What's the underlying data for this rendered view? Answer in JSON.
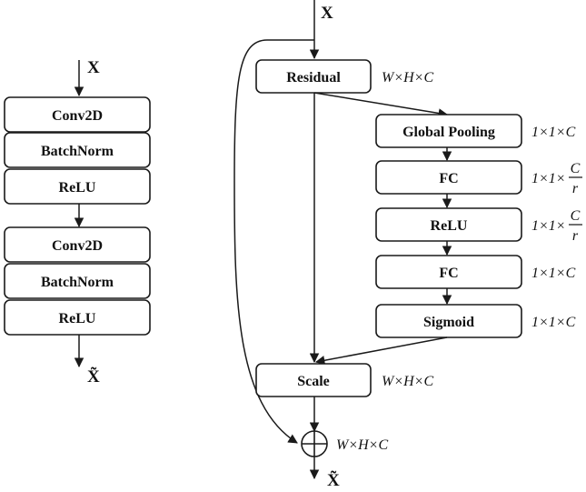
{
  "basic_block": {
    "input_label": "X",
    "output_label": "X̃",
    "layers": [
      "Conv2D",
      "BatchNorm",
      "ReLU",
      "Conv2D",
      "BatchNorm",
      "ReLU"
    ]
  },
  "se_block": {
    "input_label": "X",
    "output_label": "X̃",
    "residual": {
      "label": "Residual",
      "dims": "W×H×C"
    },
    "global_pooling": {
      "label": "Global Pooling",
      "dims": "1×1×C"
    },
    "fc1": {
      "label": "FC",
      "dims_prefix": "1×1×",
      "dims_num": "C",
      "dims_den": "r"
    },
    "relu": {
      "label": "ReLU",
      "dims_prefix": "1×1×",
      "dims_num": "C",
      "dims_den": "r"
    },
    "fc2": {
      "label": "FC",
      "dims": "1×1×C"
    },
    "sigmoid": {
      "label": "Sigmoid",
      "dims": "1×1×C"
    },
    "scale": {
      "label": "Scale",
      "dims": "W×H×C"
    },
    "add": {
      "dims": "W×H×C"
    }
  }
}
